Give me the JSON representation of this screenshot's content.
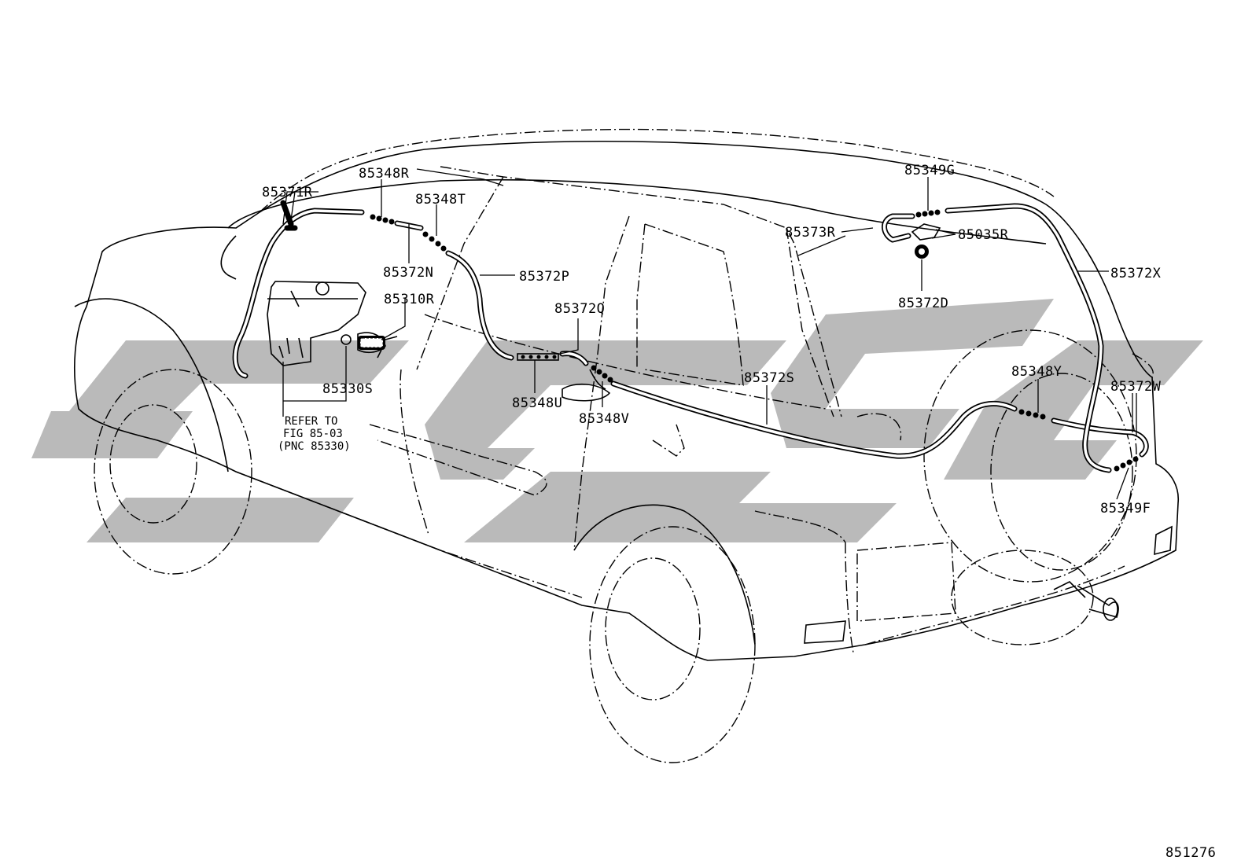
{
  "labels": {
    "p85371R": "85371R",
    "p85348R": "85348R",
    "p85348T": "85348T",
    "p85372N": "85372N",
    "p85372P": "85372P",
    "p85310R": "85310R",
    "p85372Q": "85372Q",
    "p85330S": "85330S",
    "p85348U": "85348U",
    "p85348V": "85348V",
    "p85372S": "85372S",
    "p85349G": "85349G",
    "p85373R": "85373R",
    "p85035R": "85035R",
    "p85372D": "85372D",
    "p85372X": "85372X",
    "p85348Y": "85348Y",
    "p85372W": "85372W",
    "p85349F": "85349F"
  },
  "note": {
    "line1": "REFER TO",
    "line2": "FIG 85-03",
    "line3": "(PNC 85330)"
  },
  "figure_id": "851276"
}
